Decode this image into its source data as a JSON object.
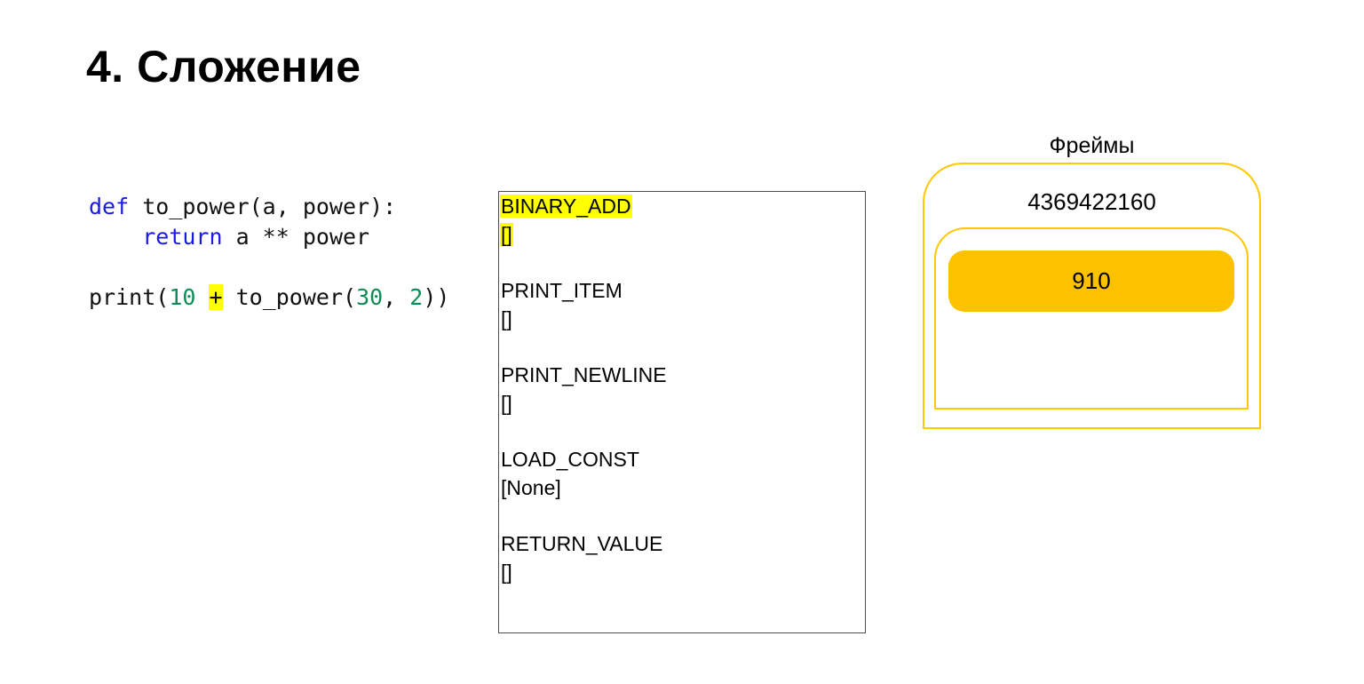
{
  "title": "4. Сложение",
  "colors": {
    "keyword": "#1a1ae6",
    "number": "#0d8c54",
    "highlight": "#ffff00",
    "frame_border": "#ffc800",
    "frame_fill": "#fcc200",
    "panel_border": "#4d4d4d"
  },
  "code": {
    "lines": [
      {
        "tokens": [
          {
            "text": "def",
            "color": "keyword"
          },
          {
            "text": " to_power(a, power):",
            "color": "plain"
          }
        ]
      },
      {
        "tokens": [
          {
            "text": "    ",
            "color": "plain"
          },
          {
            "text": "return",
            "color": "keyword"
          },
          {
            "text": " a ** power",
            "color": "plain"
          }
        ]
      },
      {
        "tokens": []
      },
      {
        "tokens": [
          {
            "text": "print(",
            "color": "plain"
          },
          {
            "text": "10",
            "color": "number"
          },
          {
            "text": " ",
            "color": "plain"
          },
          {
            "text": "+",
            "color": "plain",
            "highlight": true
          },
          {
            "text": " to_power(",
            "color": "plain"
          },
          {
            "text": "30",
            "color": "number"
          },
          {
            "text": ", ",
            "color": "plain"
          },
          {
            "text": "2",
            "color": "number"
          },
          {
            "text": "))",
            "color": "plain"
          }
        ]
      }
    ]
  },
  "bytecode": {
    "instructions": [
      {
        "name": "BINARY_ADD",
        "stack": "[]",
        "highlighted": true
      },
      {
        "name": "PRINT_ITEM",
        "stack": "[]",
        "highlighted": false
      },
      {
        "name": "PRINT_NEWLINE",
        "stack": "[]",
        "highlighted": false
      },
      {
        "name": "LOAD_CONST",
        "stack": "[None]",
        "highlighted": false
      },
      {
        "name": "RETURN_VALUE",
        "stack": "[]",
        "highlighted": false
      }
    ]
  },
  "frames": {
    "label": "Фреймы",
    "frame": {
      "id": "4369422160",
      "stack_values": [
        "910"
      ]
    }
  }
}
